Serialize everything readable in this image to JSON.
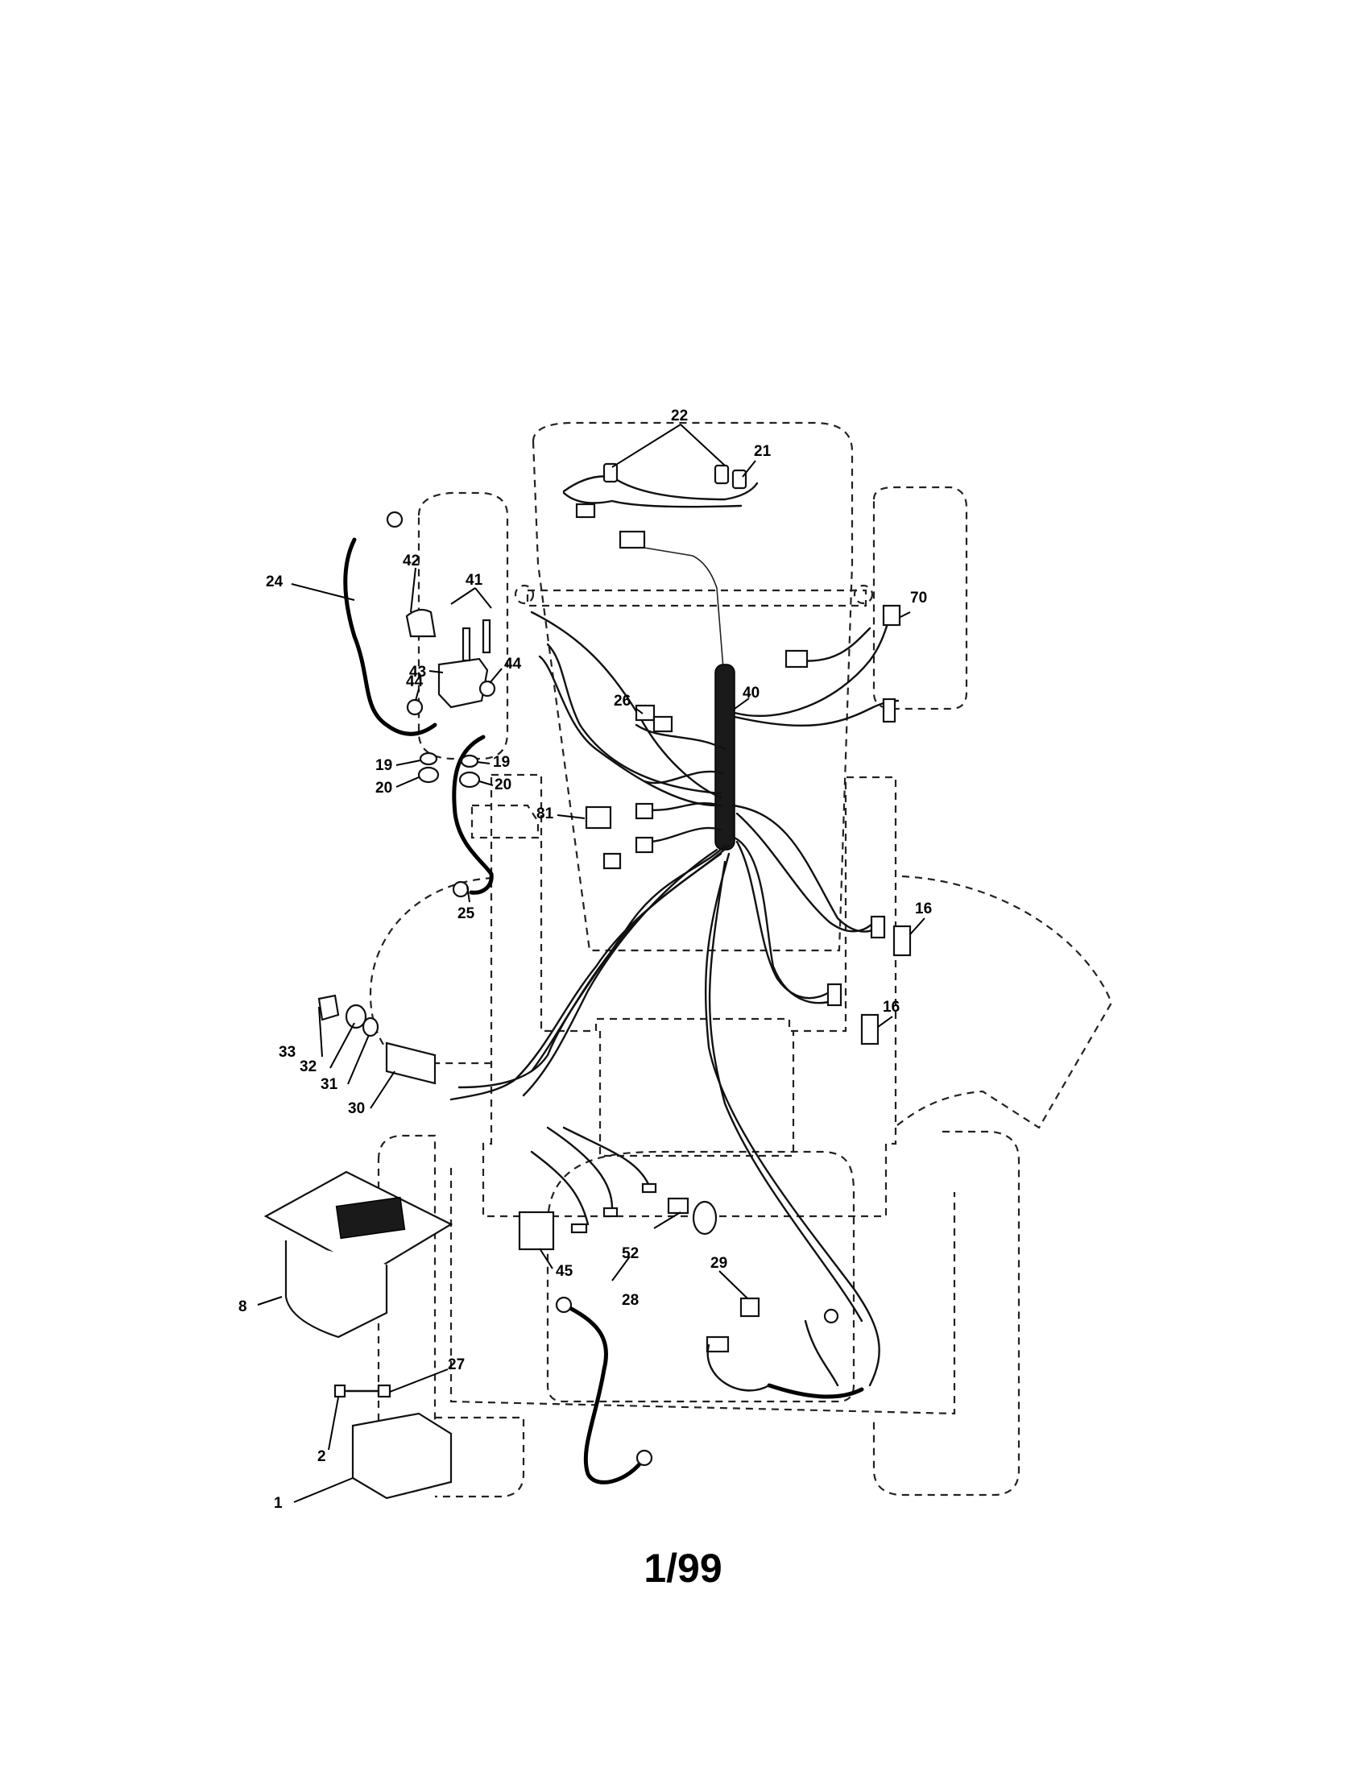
{
  "document": {
    "page_number": "1/99"
  },
  "callouts": {
    "c1": "1",
    "c2": "2",
    "c8": "8",
    "c16a": "16",
    "c16b": "16",
    "c19a": "19",
    "c19b": "19",
    "c20a": "20",
    "c20b": "20",
    "c21": "21",
    "c22": "22",
    "c24": "24",
    "c25": "25",
    "c26": "26",
    "c27": "27",
    "c28": "28",
    "c29": "29",
    "c30": "30",
    "c31": "31",
    "c32": "32",
    "c33": "33",
    "c40": "40",
    "c41": "41",
    "c42": "42",
    "c43": "43",
    "c44a": "44",
    "c44b": "44",
    "c45": "45",
    "c52": "52",
    "c70": "70",
    "c81": "81"
  }
}
